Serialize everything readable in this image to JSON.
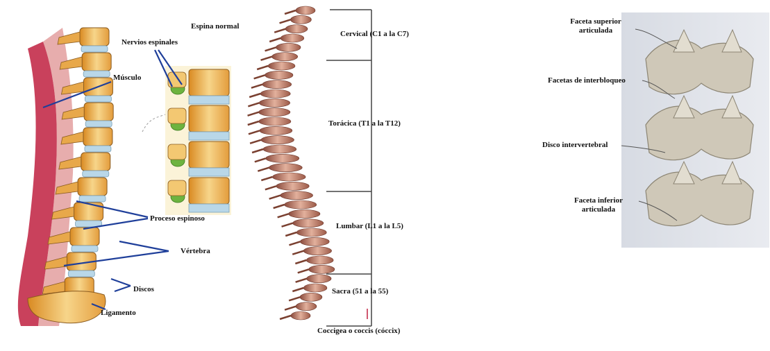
{
  "left_diagram": {
    "labels": {
      "normal_spine": "Espina normal",
      "spinal_nerves": "Nervios espinales",
      "muscle": "Músculo",
      "spinous_process": "Proceso espinoso",
      "vertebra": "Vértebra",
      "discs": "Discos",
      "ligament": "Ligamento"
    }
  },
  "spine_regions": {
    "cervical": "Cervical (C1 a la C7)",
    "thoracic": "Torácica (T1 a la T12)",
    "lumbar": "Lumbar (L1 a la L5)",
    "sacral": "Sacra (51 a la 55)",
    "coccyx": "Coccigea o coccis (cóccix)"
  },
  "facet_diagram": {
    "labels": {
      "superior_facet_line1": "Faceta superior",
      "superior_facet_line2": "articulada",
      "interlocking_facets": "Facetas de interbloqueo",
      "intervertebral_disc": "Disco intervertebral",
      "inferior_facet_line1": "Faceta inferior",
      "inferior_facet_line2": "articulada"
    }
  },
  "colors": {
    "bone": "#f0c36a",
    "bone_dark": "#c8801e",
    "disc": "#b9d7e8",
    "muscle": "#c02040",
    "nerve": "#6db33f",
    "arrow": "#1f3f9a",
    "spine_pink": "#d9a08c",
    "facet_bg": "#dfe3ea",
    "facet_bone": "#cfc8b8"
  }
}
